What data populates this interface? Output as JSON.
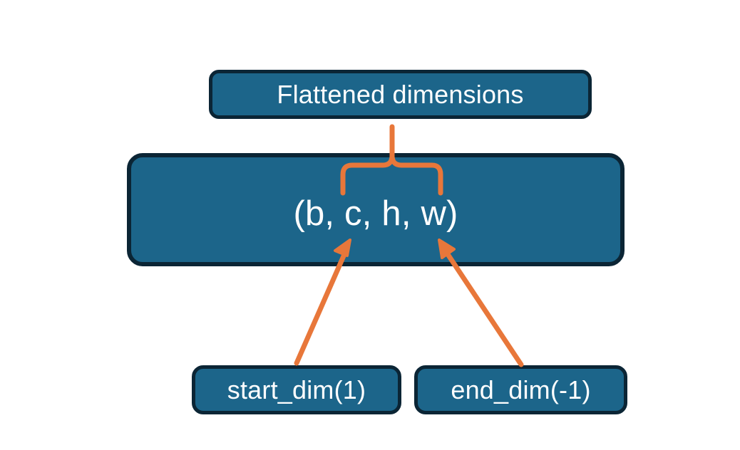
{
  "diagram": {
    "title": "Flatten dimensions diagram",
    "colors": {
      "box_fill": "#1C658A",
      "box_border": "#0B2535",
      "accent_orange": "#E8773A",
      "text": "#FFFFFF",
      "background": "#FFFFFF"
    },
    "nodes": {
      "flattened": {
        "label": "Flattened dimensions"
      },
      "shape": {
        "label": "(b, c, h, w)",
        "dims": [
          "b",
          "c",
          "h",
          "w"
        ]
      },
      "start_dim": {
        "label": "start_dim(1)"
      },
      "end_dim": {
        "label": "end_dim(-1)"
      }
    },
    "connectors": [
      {
        "name": "brace-over-flattened-dims",
        "type": "curly-brace",
        "orientation": "up",
        "from": "shape-dims-c-through-w",
        "to": "flattened"
      },
      {
        "name": "arrow-start-dim-to-shape",
        "type": "arrow",
        "from": "start_dim",
        "to": "shape-dim-c"
      },
      {
        "name": "arrow-end-dim-to-shape",
        "type": "arrow",
        "from": "end_dim",
        "to": "shape-dim-w"
      }
    ]
  }
}
